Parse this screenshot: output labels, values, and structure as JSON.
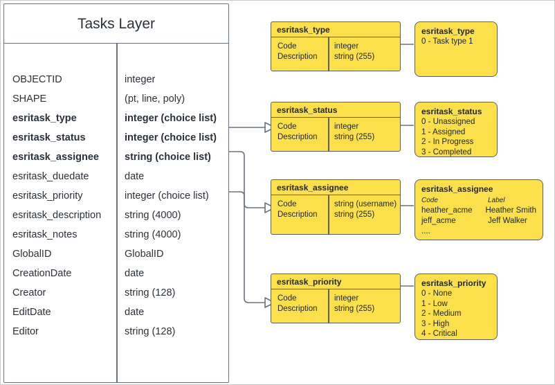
{
  "diagram": {
    "entity": {
      "title": "Tasks Layer",
      "fields": [
        {
          "name": "OBJECTID",
          "type": "integer",
          "bold": false
        },
        {
          "name": "SHAPE",
          "type": "(pt, line, poly)",
          "bold": false
        },
        {
          "name": "esritask_type",
          "type": "integer (choice list)",
          "bold": true
        },
        {
          "name": "esritask_status",
          "type": "integer (choice list)",
          "bold": true
        },
        {
          "name": "esritask_assignee",
          "type": "string (choice list)",
          "bold": true
        },
        {
          "name": "esritask_duedate",
          "type": "date",
          "bold": false
        },
        {
          "name": "esritask_priority",
          "type": "integer (choice list)",
          "bold": false
        },
        {
          "name": "esritask_description",
          "type": "string (4000)",
          "bold": false
        },
        {
          "name": "esritask_notes",
          "type": "string (4000)",
          "bold": false
        },
        {
          "name": "GlobalID",
          "type": "GlobalID",
          "bold": false
        },
        {
          "name": "CreationDate",
          "type": "date",
          "bold": false
        },
        {
          "name": "Creator",
          "type": "string (128)",
          "bold": false
        },
        {
          "name": "EditDate",
          "type": "date",
          "bold": false
        },
        {
          "name": "Editor",
          "type": "string (128)",
          "bold": false
        }
      ]
    },
    "domains": [
      {
        "title": "esritask_type",
        "col_a": [
          "Code",
          "Description"
        ],
        "col_b": [
          "integer",
          "string (255)"
        ]
      },
      {
        "title": "esritask_status",
        "col_a": [
          "Code",
          "Description"
        ],
        "col_b": [
          "integer",
          "string (255)"
        ]
      },
      {
        "title": "esritask_assignee",
        "col_a": [
          "Code",
          "Description"
        ],
        "col_b": [
          "string  (username)",
          "string (255)"
        ]
      },
      {
        "title": "esritask_priority",
        "col_a": [
          "Code",
          "Description"
        ],
        "col_b": [
          "integer",
          "string (255)"
        ]
      }
    ],
    "values": [
      {
        "title": "esritask_type",
        "lines": [
          "0 - Task type 1"
        ]
      },
      {
        "title": "esritask_status",
        "lines": [
          "0 - Unassigned",
          "1 - Assigned",
          "2 - In Progress",
          "3 - Completed"
        ]
      },
      {
        "title": "esritask_assignee",
        "header": {
          "code": "Code",
          "label": "Label"
        },
        "rows": [
          {
            "code": "heather_acme",
            "label": "Heather Smith"
          },
          {
            "code": "jeff_acme",
            "label": "Jeff Walker"
          },
          {
            "code": "....",
            "label": ""
          }
        ]
      },
      {
        "title": "esritask_priority",
        "lines": [
          "0 - None",
          "1 - Low",
          "2 - Medium",
          "3 - High",
          "4 - Critical"
        ]
      }
    ],
    "colors": {
      "domain_fill": "#fbdf4b",
      "stroke": "#5a6069",
      "entity_stroke": "#69707d",
      "text": "#21262c",
      "canvas_border": "#c9c9c9"
    }
  }
}
